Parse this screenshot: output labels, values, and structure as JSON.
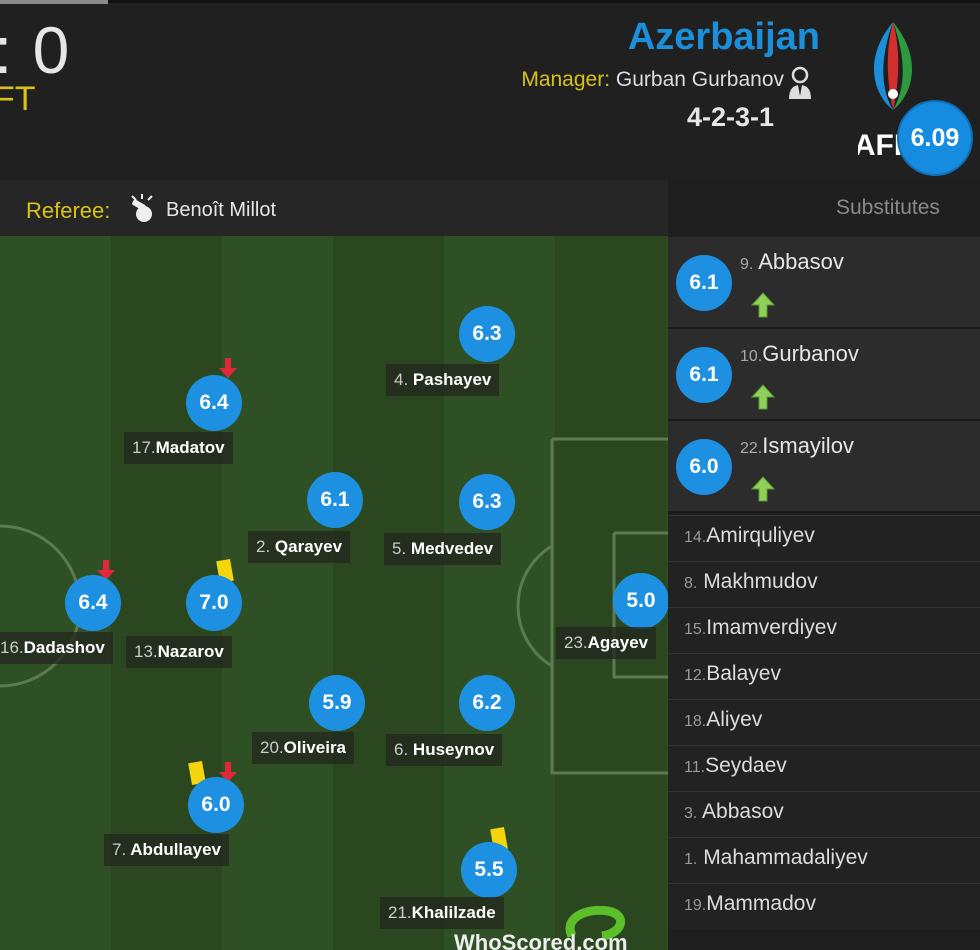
{
  "header": {
    "score": ": 0",
    "status": "FT",
    "team_name": "Azerbaijan",
    "manager_label": "Manager:",
    "manager_name": "Gurban Gurbanov",
    "formation": "4-2-3-1",
    "team_rating": "6.09",
    "crest_text": "AFFA"
  },
  "referee": {
    "label": "Referee:",
    "name": "Benoît Millot"
  },
  "substitutes_title": "Substitutes",
  "colors": {
    "rating_blue": "#1e90e2",
    "accent_yellow": "#d9c21a",
    "team_blue": "#1b8fd9",
    "pitch_dark": "#2c4b22",
    "pitch_light": "#33552a"
  },
  "players": [
    {
      "num": "4.",
      "name": "Pashayev",
      "rating": "6.3"
    },
    {
      "num": "17.",
      "name": "Madatov",
      "rating": "6.4",
      "subbed_off": true
    },
    {
      "num": "2.",
      "name": "Qarayev",
      "rating": "6.1"
    },
    {
      "num": "5.",
      "name": "Medvedev",
      "rating": "6.3"
    },
    {
      "num": "16.",
      "name": "Dadashov",
      "rating": "6.4",
      "subbed_off": true
    },
    {
      "num": "13.",
      "name": "Nazarov",
      "rating": "7.0",
      "yellow_card": true
    },
    {
      "num": "23.",
      "name": "Agayev",
      "rating": "5.0"
    },
    {
      "num": "20.",
      "name": "Oliveira",
      "rating": "5.9"
    },
    {
      "num": "6.",
      "name": "Huseynov",
      "rating": "6.2"
    },
    {
      "num": "7.",
      "name": "Abdullayev",
      "rating": "6.0",
      "yellow_card": true,
      "subbed_off": true
    },
    {
      "num": "21.",
      "name": "Khalilzade",
      "rating": "5.5",
      "yellow_card": true
    }
  ],
  "subs_used": [
    {
      "num": "9.",
      "name": "Abbasov",
      "rating": "6.1"
    },
    {
      "num": "10.",
      "name": "Gurbanov",
      "rating": "6.1"
    },
    {
      "num": "22.",
      "name": "Ismayilov",
      "rating": "6.0"
    }
  ],
  "bench": [
    {
      "num": "14.",
      "name": "Amirquliyev"
    },
    {
      "num": "8.",
      "name": "Makhmudov"
    },
    {
      "num": "15.",
      "name": "Imamverdiyev"
    },
    {
      "num": "12.",
      "name": "Balayev"
    },
    {
      "num": "18.",
      "name": "Aliyev"
    },
    {
      "num": "11.",
      "name": "Seydaev"
    },
    {
      "num": "3.",
      "name": "Abbasov"
    },
    {
      "num": "1.",
      "name": "Mahammadaliyev"
    },
    {
      "num": "19.",
      "name": "Mammadov"
    }
  ],
  "watermark": "WhoScored.com"
}
